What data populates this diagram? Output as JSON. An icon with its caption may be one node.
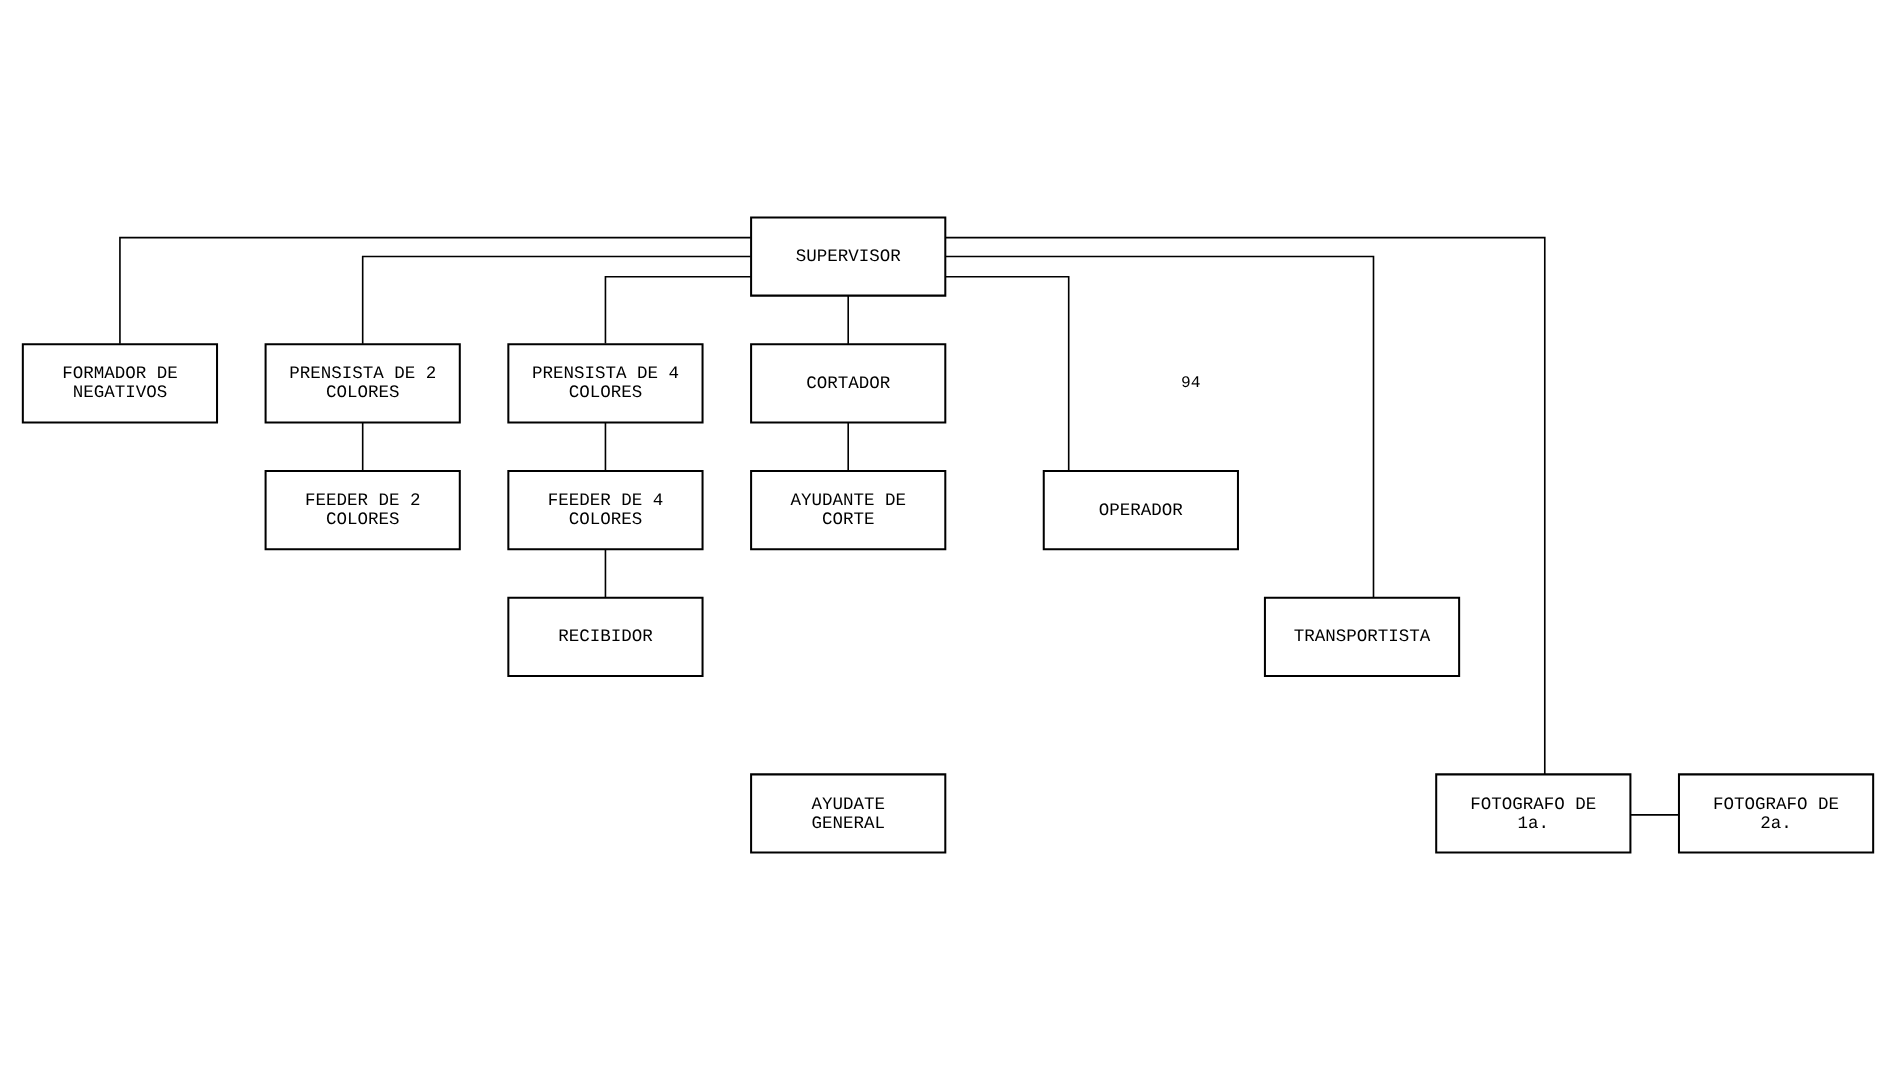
{
  "diagram": {
    "nodes": [
      {
        "text": [
          "SUPERVISOR"
        ]
      },
      {
        "text": [
          "FORMADOR DE NEGATIVOS"
        ]
      },
      {
        "text": [
          "PRENSISTA DE 2 COLORES"
        ]
      },
      {
        "text": [
          "PRENSISTA DE 4 COLORES"
        ]
      },
      {
        "text": [
          "CORTADOR"
        ]
      },
      {
        "text": [
          "OPERADOR"
        ]
      },
      {
        "text": [
          "FEEDER DE 2 COLORES"
        ]
      },
      {
        "text": [
          "FEEDER DE 4 COLORES"
        ]
      },
      {
        "text": [
          "AYUDANTE DE CORTE"
        ]
      },
      {
        "text": [
          "TRANSPORTISTA"
        ]
      },
      {
        "text": [
          "RECIBIDOR"
        ]
      },
      {
        "text": [
          "FOTOGRAFO DE 1a."
        ]
      },
      {
        "text": [
          "FOTOGRAFO DE 2a."
        ]
      },
      {
        "text": [
          "AYUDATE GENERAL"
        ]
      }
    ],
    "edges": [
      {
        "from": 0,
        "to": 1,
        "arrow": "none"
      },
      {
        "from": 0,
        "to": 2,
        "arrow": "none"
      },
      {
        "from": 0,
        "to": 3,
        "arrow": "none"
      },
      {
        "from": 0,
        "to": 4,
        "arrow": "none"
      },
      {
        "from": 0,
        "to": 5,
        "arrow": "none"
      },
      {
        "from": 0,
        "to": 9,
        "arrow": "none"
      },
      {
        "from": 0,
        "to": 11,
        "arrow": "none"
      },
      {
        "from": 2,
        "to": 6,
        "arrow": "none"
      },
      {
        "from": 3,
        "to": 7,
        "arrow": "none"
      },
      {
        "from": 7,
        "to": 10,
        "arrow": "none"
      },
      {
        "from": 4,
        "to": 8,
        "arrow": "none"
      },
      {
        "from": 11,
        "to": 12,
        "arrow": "none"
      }
    ],
    "labels": [
      "94"
    ]
  }
}
